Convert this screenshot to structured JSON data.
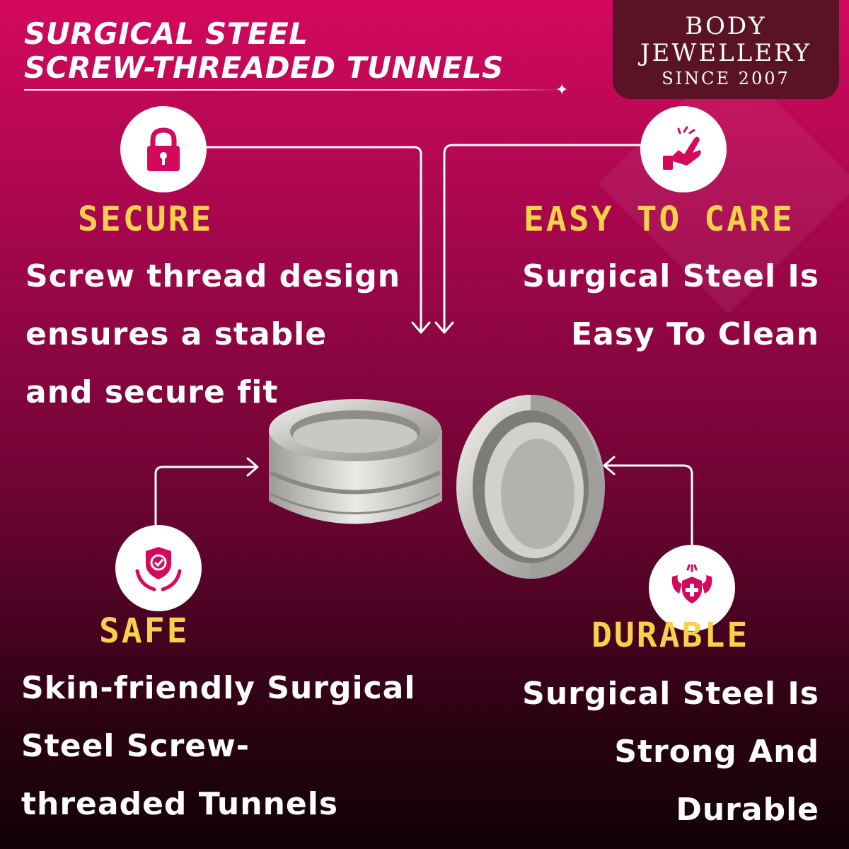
{
  "title": {
    "line1": "SURGICAL STEEL",
    "line2": "SCREW-THREADED TUNNELS"
  },
  "brand": {
    "line1": "BODY",
    "line2": "JEWELLERY",
    "line3": "SINCE 2007"
  },
  "features": {
    "secure": {
      "icon": "padlock-icon",
      "label": "SECURE",
      "lines": [
        "Screw thread design",
        "ensures a stable",
        "and secure fit"
      ]
    },
    "easy_to_care": {
      "icon": "hand-snap-icon",
      "label": "EASY TO CARE",
      "lines": [
        "Surgical Steel Is",
        "Easy To Clean"
      ]
    },
    "safe": {
      "icon": "shield-hands-icon",
      "label": "SAFE",
      "lines": [
        "Skin-friendly Surgical",
        "Steel Screw-",
        "threaded Tunnels"
      ]
    },
    "durable": {
      "icon": "strong-arms-shield-icon",
      "label": "DURABLE",
      "lines": [
        "Surgical Steel Is",
        "Strong And",
        "Durable"
      ]
    }
  },
  "colors": {
    "accent": "#d4095e",
    "label_yellow": "#f6d24a",
    "brand_box": "#5a1326"
  }
}
